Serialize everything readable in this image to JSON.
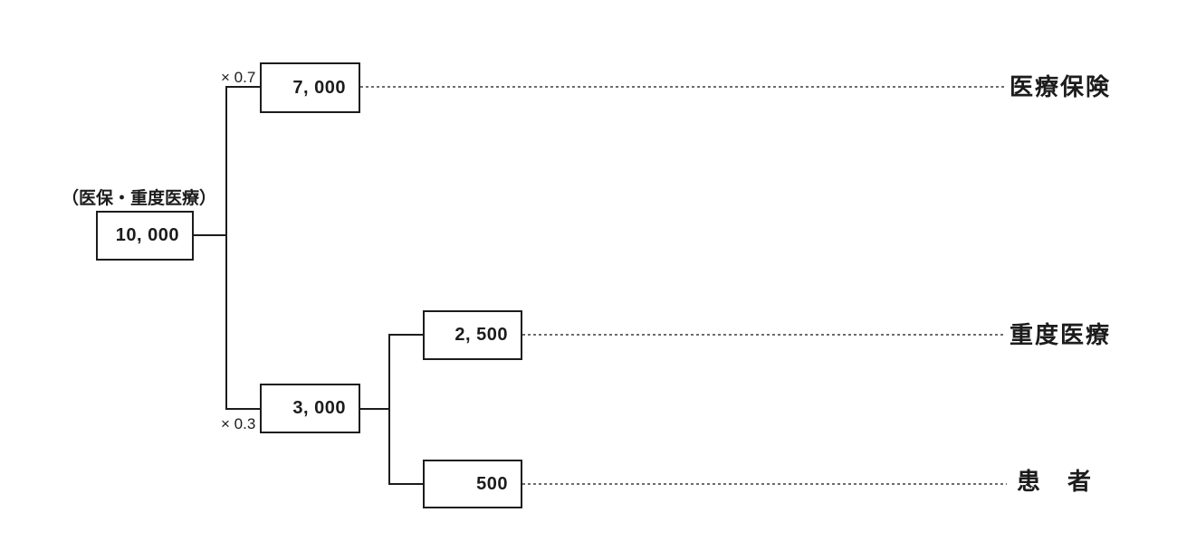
{
  "colors": {
    "background": "#ffffff",
    "line": "#1c1c1c",
    "dotted_line": "#6d6d6d",
    "box_border": "#1c1c1c",
    "text": "#1c1c1c"
  },
  "diagram": {
    "caption": "（医保・重度医療）",
    "root": {
      "value": "10, 000"
    },
    "branch_top": {
      "multiplier": "× 0.7",
      "value": "7, 000",
      "outcome": "医療保険"
    },
    "branch_bottom": {
      "multiplier": "× 0.3",
      "value": "3, 000"
    },
    "sub_top": {
      "value": "2, 500",
      "outcome": "重度医療"
    },
    "sub_bottom": {
      "value": "500",
      "outcome": "患　者"
    }
  }
}
